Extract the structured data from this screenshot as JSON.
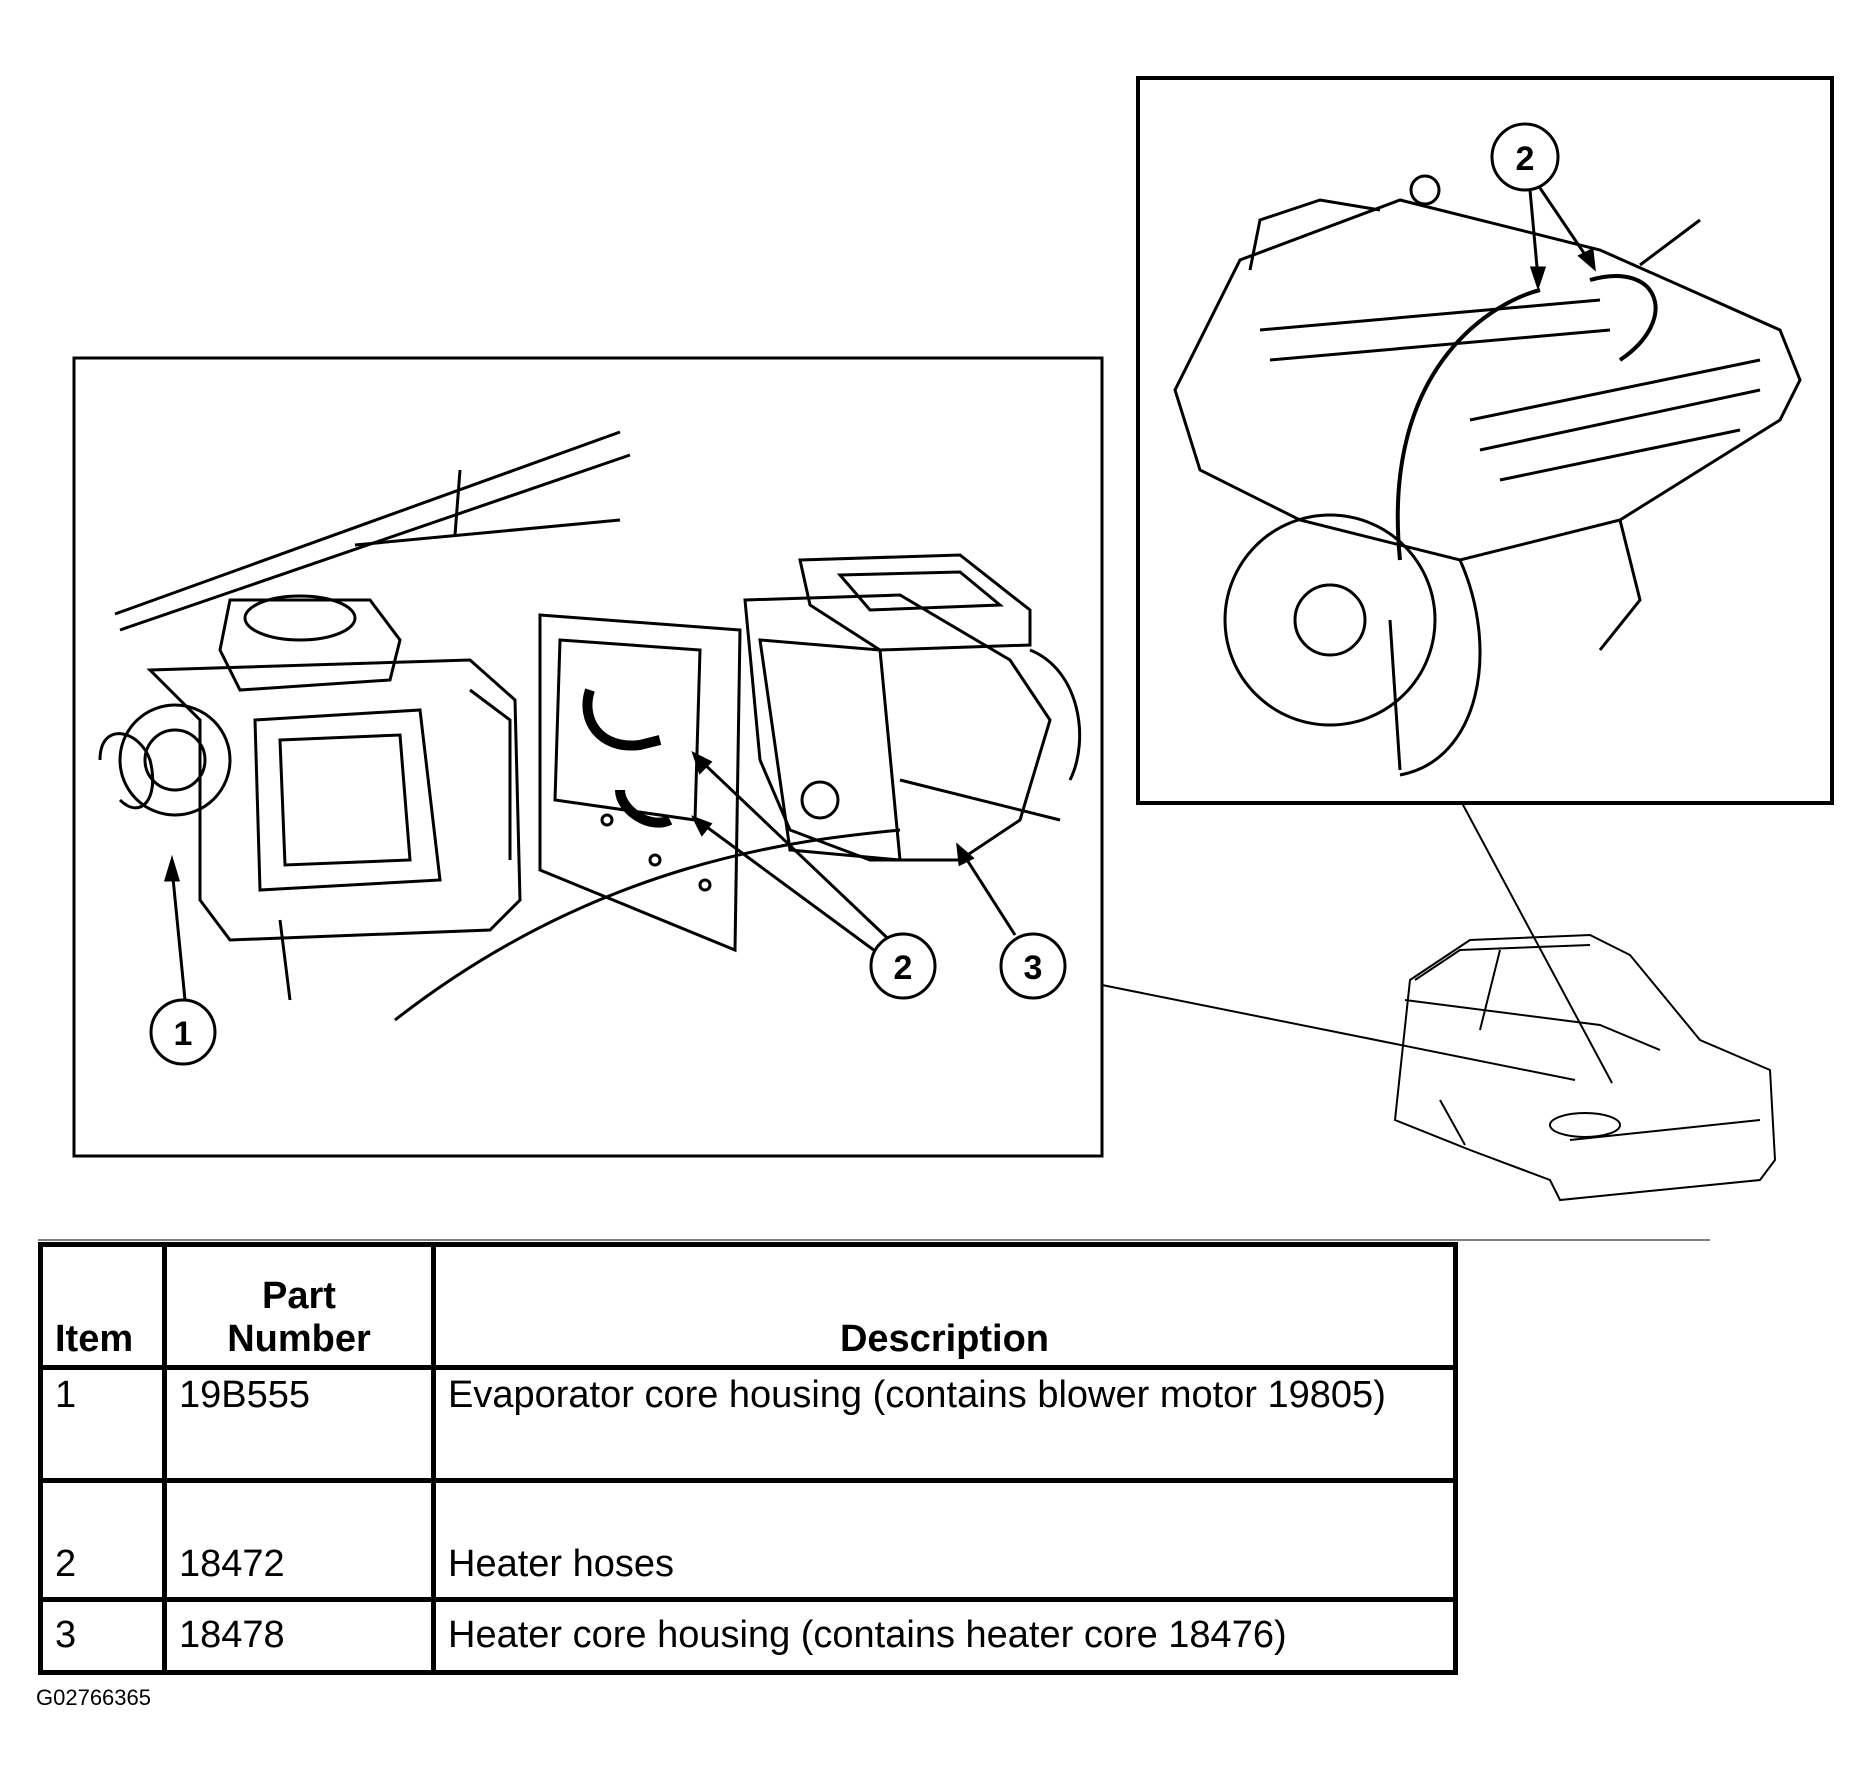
{
  "callouts": {
    "main_1": "1",
    "main_2": "2",
    "main_3": "3",
    "inset_2": "2"
  },
  "table": {
    "headers": {
      "item": "Item",
      "part_number": "Part\nNumber",
      "description": "Description"
    },
    "rows": [
      {
        "item": "1",
        "part_number": "19B555",
        "description": "Evaporator core housing (contains blower motor 19805)"
      },
      {
        "item": "2",
        "part_number": "18472",
        "description": "Heater hoses"
      },
      {
        "item": "3",
        "part_number": "18478",
        "description": "Heater core housing (contains heater core 18476)"
      }
    ]
  },
  "figure_id": "G02766365"
}
